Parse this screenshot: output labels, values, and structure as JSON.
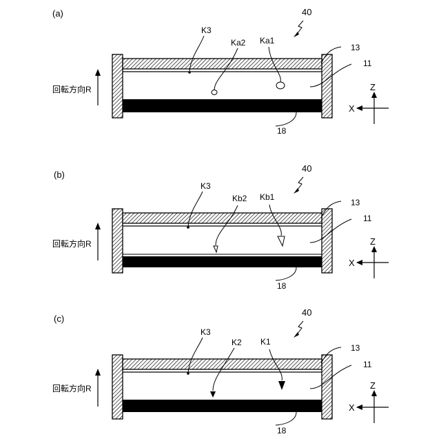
{
  "panels": [
    {
      "label": "(a)",
      "device_ref": "40",
      "refs": {
        "plate": "13",
        "gap": "11",
        "bottom": "18",
        "particle": "K3"
      },
      "defect_labels": [
        "Ka2",
        "Ka1"
      ],
      "rotation_label": "回転方向R",
      "axes": {
        "x": "X",
        "z": "Z"
      }
    },
    {
      "label": "(b)",
      "device_ref": "40",
      "refs": {
        "plate": "13",
        "gap": "11",
        "bottom": "18",
        "particle": "K3"
      },
      "defect_labels": [
        "Kb2",
        "Kb1"
      ],
      "rotation_label": "回転方向R",
      "axes": {
        "x": "X",
        "z": "Z"
      }
    },
    {
      "label": "(c)",
      "device_ref": "40",
      "refs": {
        "plate": "13",
        "gap": "11",
        "bottom": "18",
        "particle": "K3"
      },
      "defect_labels": [
        "K2",
        "K1"
      ],
      "rotation_label": "回転方向R",
      "axes": {
        "x": "X",
        "z": "Z"
      }
    }
  ],
  "colors": {
    "line": "#000000",
    "hatch_fill": "#ffffff",
    "background": "#ffffff"
  }
}
